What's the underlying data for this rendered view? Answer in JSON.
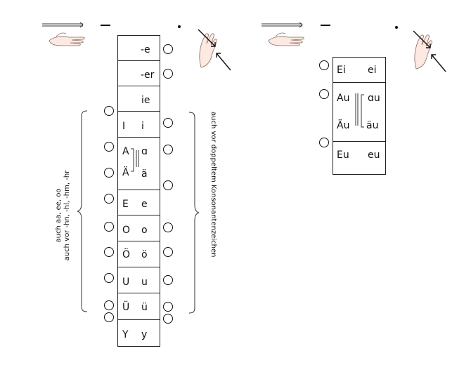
{
  "left_table": {
    "rows": [
      {
        "upper": "",
        "lower": "-e"
      },
      {
        "upper": "",
        "lower": "-er"
      },
      {
        "upper": "",
        "lower": "ie"
      },
      {
        "upper": "I",
        "lower": "i"
      },
      {
        "upper": "A",
        "lower": "ɑ"
      },
      {
        "upper": "Ä",
        "lower": "ä"
      },
      {
        "upper": "E",
        "lower": "e"
      },
      {
        "upper": "O",
        "lower": "o"
      },
      {
        "upper": "Ö",
        "lower": "ö"
      },
      {
        "upper": "U",
        "lower": "u"
      },
      {
        "upper": "Ü",
        "lower": "ü"
      },
      {
        "upper": "Y",
        "lower": "y"
      }
    ]
  },
  "right_table": {
    "rows": [
      {
        "upper": "Ei",
        "lower": "ei"
      },
      {
        "upper": "Au",
        "lower": "ɑu"
      },
      {
        "upper": "Äu",
        "lower": "äu"
      },
      {
        "upper": "Eu",
        "lower": "eu"
      }
    ]
  },
  "left_note": {
    "line1": "auch aa, ee, oo",
    "line2": "auch vor -hn, -hl, -hm, -hr"
  },
  "right_note": "auch vor doppeltem Konsonantenzeichen",
  "icons": [
    "flat-hand-icon",
    "pointing-hands-icon",
    "dash-icon",
    "dot-icon",
    "circle-icon"
  ]
}
